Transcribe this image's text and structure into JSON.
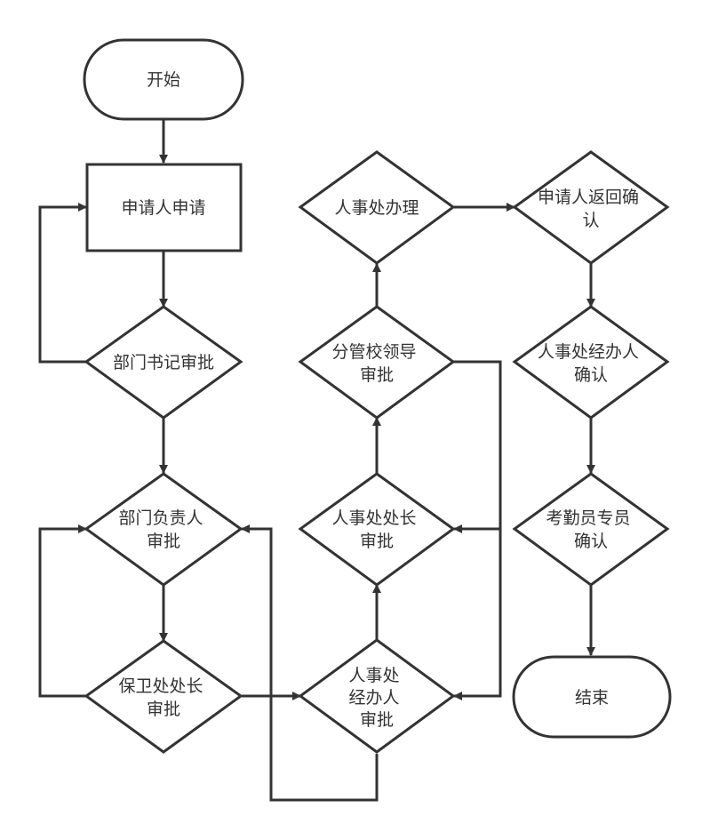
{
  "nodes": {
    "start": "开始",
    "apply": "申请人申请",
    "dept_secretary": "部门书记审批",
    "dept_head": [
      "部门负责人",
      "审批"
    ],
    "security_head": [
      "保卫处处长",
      "审批"
    ],
    "hr_officer_approve": [
      "人事处",
      "经办人",
      "审批"
    ],
    "hr_director": [
      "人事处处长",
      "审批"
    ],
    "vice_leader": [
      "分管校领导",
      "审批"
    ],
    "hr_process": "人事处办理",
    "applicant_confirm": [
      "申请人返回确",
      "认"
    ],
    "hr_officer_confirm": [
      "人事处经办人",
      "确认"
    ],
    "attendance_confirm": [
      "考勤员专员",
      "确认"
    ],
    "end": "结束"
  }
}
